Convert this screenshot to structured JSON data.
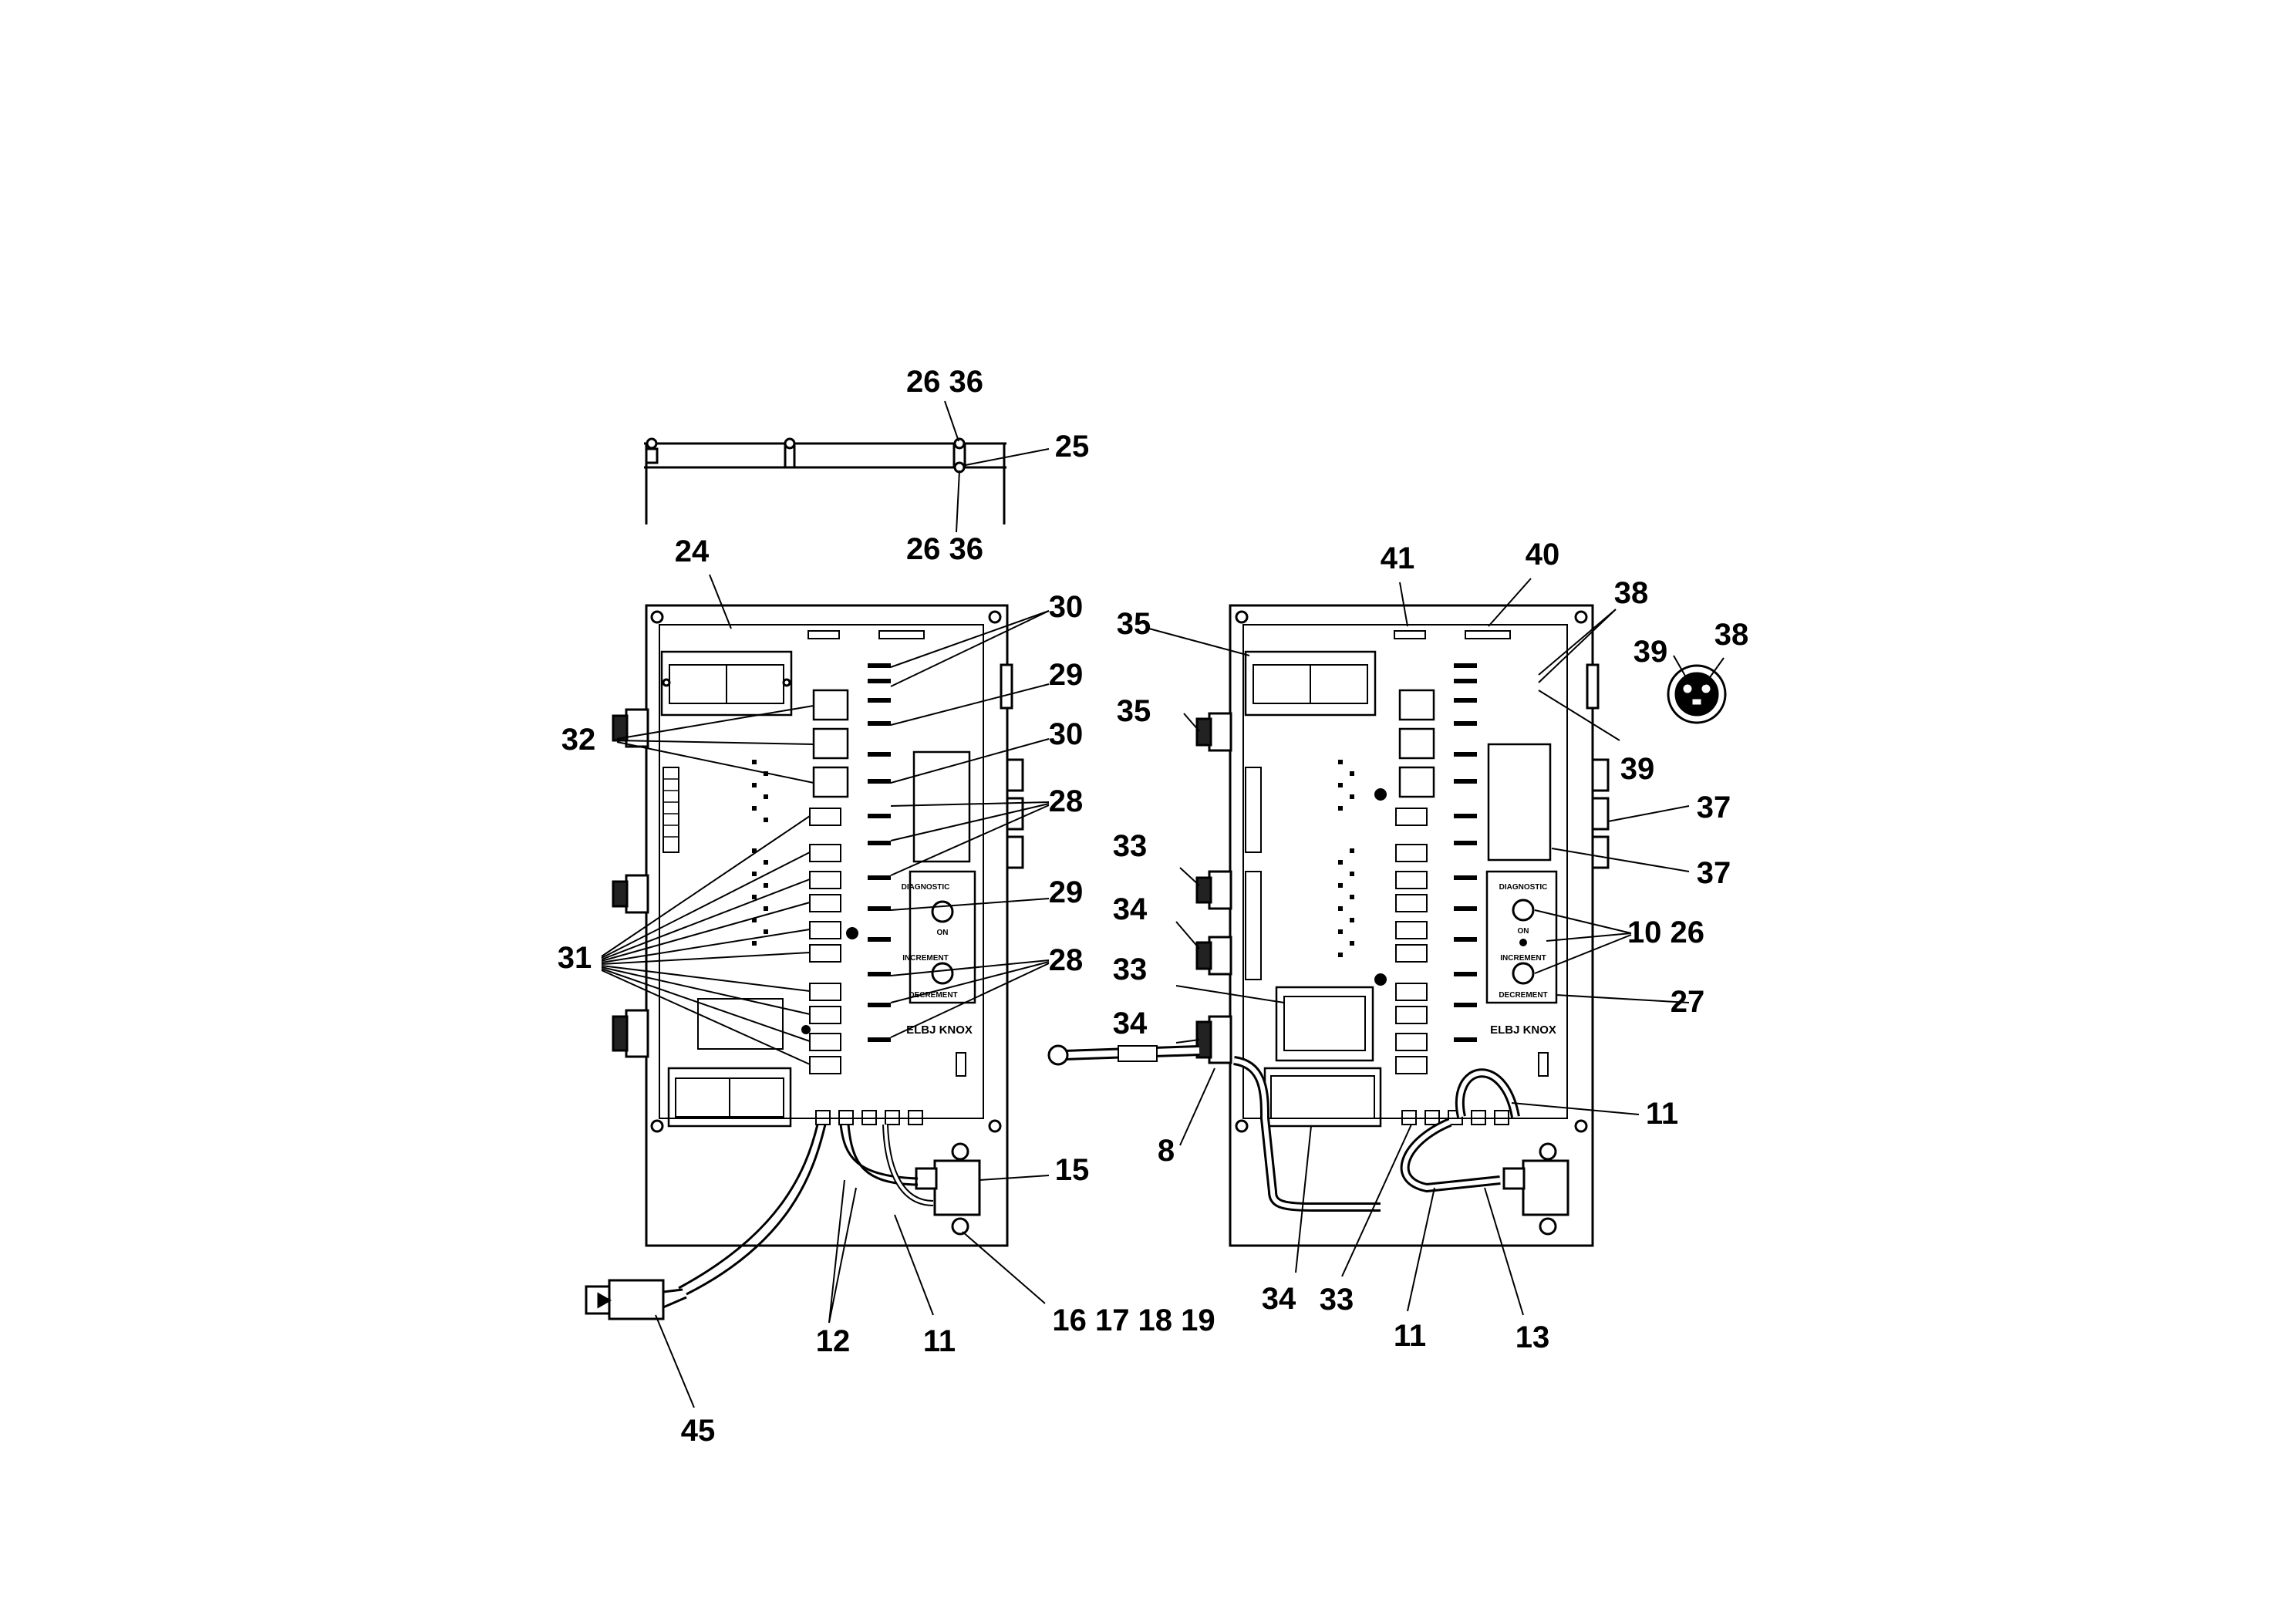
{
  "callouts": [
    "26 36",
    "25",
    "26 36",
    "24",
    "30",
    "29",
    "30",
    "32",
    "28",
    "31",
    "29",
    "28",
    "15",
    "12",
    "11",
    "16 17 18 19",
    "45",
    "41",
    "40",
    "38",
    "35",
    "35",
    "39",
    "38",
    "39",
    "37",
    "33",
    "37",
    "34",
    "10 26",
    "33",
    "27",
    "34",
    "11",
    "8",
    "34",
    "33",
    "11",
    "13"
  ],
  "panel_left": {
    "switch_top_label": "DIAGNOSTIC",
    "switch_top_state": "ON",
    "switch_bottom_label": "INCREMENT",
    "switch_bottom_state": "DECREMENT",
    "brand": "ELBJ KNOX"
  },
  "panel_right": {
    "switch_top_label": "DIAGNOSTIC",
    "switch_top_state": "ON",
    "switch_bottom_label": "INCREMENT",
    "switch_bottom_state": "DECREMENT",
    "brand": "ELBJ KNOX"
  }
}
